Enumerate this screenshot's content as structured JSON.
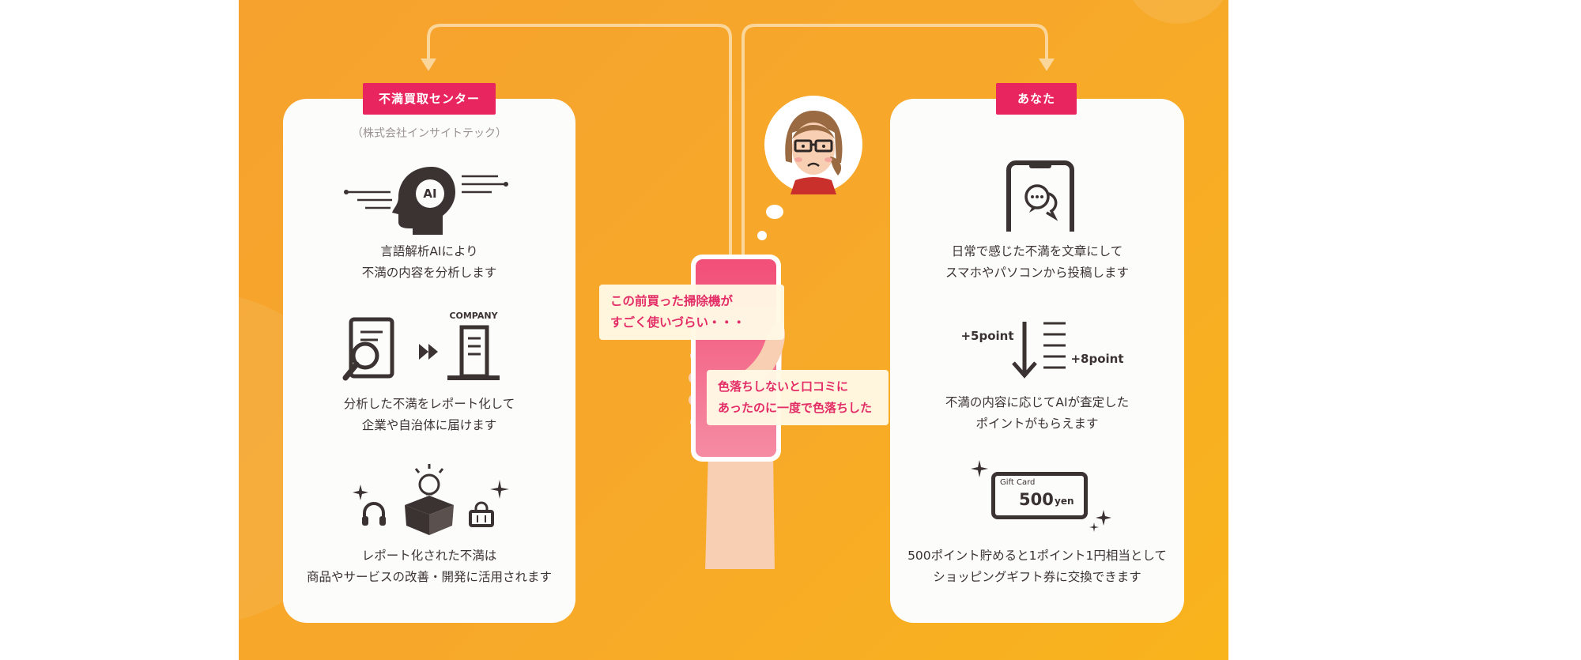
{
  "left_panel": {
    "tag": "不満買取センター",
    "company": "（株式会社インサイトテック）",
    "ai_label": "AI",
    "step1": [
      "言語解析AIにより",
      "不満の内容を分析します"
    ],
    "company_label": "COMPANY",
    "step2": [
      "分析した不満をレポート化して",
      "企業や自治体に届けます"
    ],
    "step3": [
      "レポート化された不満は",
      "商品やサービスの改善・開発に活用されます"
    ]
  },
  "center": {
    "bubble1": [
      "この前買った掃除機が",
      "すごく使いづらい・・・"
    ],
    "bubble2": [
      "色落ちしないと口コミに",
      "あったのに一度で色落ちした"
    ]
  },
  "right_panel": {
    "tag": "あなた",
    "step1": [
      "日常で感じた不満を文章にして",
      "スマホやパソコンから投稿します"
    ],
    "point_a": "+5point",
    "point_b": "+8point",
    "step2": [
      "不満の内容に応じてAIが査定した",
      "ポイントがもらえます"
    ],
    "gift_label": "Gift Card",
    "gift_value": "500",
    "gift_unit": "yen",
    "step3": [
      "500ポイント貯めると1ポイント1円相当として",
      "ショッピングギフト券に交換できます"
    ]
  },
  "colors": {
    "background": "#f7a929",
    "tag": "#e8255f",
    "card": "#fcfcfb",
    "text": "#3b3331",
    "bubble_text": "#e32d67",
    "phone": "#f3577f"
  }
}
